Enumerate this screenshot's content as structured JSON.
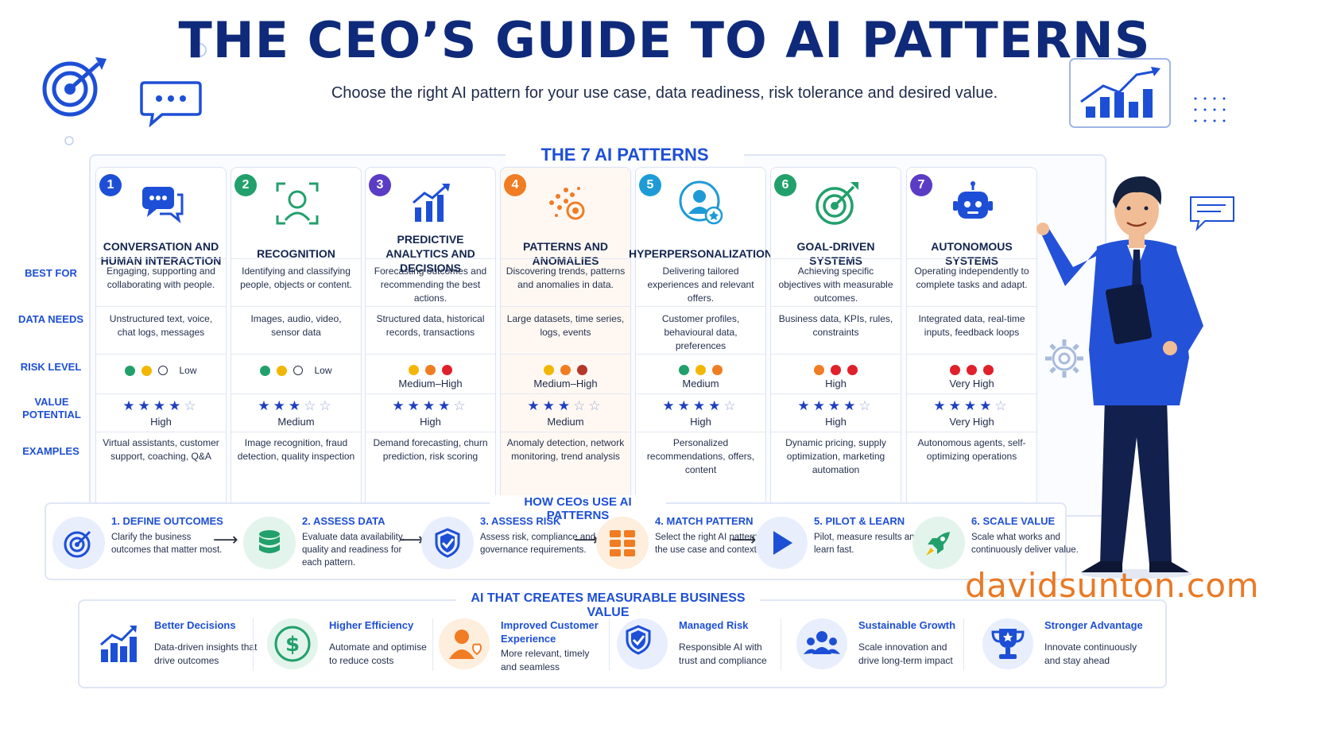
{
  "header": {
    "title": "THE CEO’S GUIDE TO AI PATTERNS",
    "subtitle": "Choose the right AI pattern for your use case, data readiness, risk tolerance and desired value."
  },
  "patterns_section": {
    "title": "THE 7 AI PATTERNS",
    "row_labels": [
      "BEST FOR",
      "DATA NEEDS",
      "RISK LEVEL",
      "VALUE POTENTIAL",
      "EXAMPLES"
    ],
    "patterns": [
      {
        "number": "1",
        "name": "CONVERSATION AND HUMAN INTERACTION",
        "icon": "chat-bubbles-icon",
        "accent": "#1d4fd6",
        "best_for": "Engaging, supporting and collaborating with people.",
        "data_needs": "Unstructured text, voice, chat logs, messages",
        "risk_dots": [
          "#22a06b",
          "#f2b705",
          "empty"
        ],
        "risk_label": "Low",
        "value_stars": 4,
        "value_label": "High",
        "examples": "Virtual assistants, customer support, coaching, Q&A"
      },
      {
        "number": "2",
        "name": "RECOGNITION",
        "icon": "face-scan-icon",
        "accent": "#22a06b",
        "best_for": "Identifying and classifying people, objects or content.",
        "data_needs": "Images, audio, video, sensor data",
        "risk_dots": [
          "#22a06b",
          "#f2b705",
          "empty"
        ],
        "risk_label": "Low",
        "value_stars": 3,
        "value_label": "Medium",
        "examples": "Image recognition, fraud detection, quality inspection"
      },
      {
        "number": "3",
        "name": "PREDICTIVE ANALYTICS AND DECISIONS",
        "icon": "trend-chart-icon",
        "accent": "#5b3cc4",
        "best_for": "Forecasting outcomes and recommending the best actions.",
        "data_needs": "Structured data, historical records, transactions",
        "risk_dots": [
          "#f2b705",
          "#ef7d22",
          "#e0202a"
        ],
        "risk_label": "Medium–High",
        "value_stars": 4,
        "value_label": "High",
        "examples": "Demand forecasting, churn prediction, risk scoring"
      },
      {
        "number": "4",
        "name": "PATTERNS AND ANOMALIES",
        "icon": "anomaly-dots-icon",
        "accent": "#f07c24",
        "best_for": "Discovering trends, patterns and anomalies in data.",
        "data_needs": "Large datasets, time series, logs, events",
        "risk_dots": [
          "#f2b705",
          "#ef7d22",
          "#b5372a"
        ],
        "risk_label": "Medium–High",
        "value_stars": 3,
        "value_label": "Medium",
        "examples": "Anomaly detection, network monitoring, trend analysis"
      },
      {
        "number": "5",
        "name": "HYPERPERSONALIZATION",
        "icon": "user-star-icon",
        "accent": "#1e9bd6",
        "best_for": "Delivering tailored experiences and relevant offers.",
        "data_needs": "Customer profiles, behavioural data, preferences",
        "risk_dots": [
          "#22a06b",
          "#f2b705",
          "#ef7d22"
        ],
        "risk_label": "Medium",
        "value_stars": 4,
        "value_label": "High",
        "examples": "Personalized recommendations, offers, content"
      },
      {
        "number": "6",
        "name": "GOAL-DRIVEN SYSTEMS",
        "icon": "target-arrow-icon",
        "accent": "#22a06b",
        "best_for": "Achieving specific objectives with measurable outcomes.",
        "data_needs": "Business data, KPIs, rules, constraints",
        "risk_dots": [
          "#ef7d22",
          "#e0202a",
          "#e0202a"
        ],
        "risk_label": "High",
        "value_stars": 4,
        "value_label": "High",
        "examples": "Dynamic pricing, supply optimization, marketing automation"
      },
      {
        "number": "7",
        "name": "AUTONOMOUS SYSTEMS",
        "icon": "robot-icon",
        "accent": "#5b3cc4",
        "best_for": "Operating independently to complete tasks and adapt.",
        "data_needs": "Integrated data, real-time inputs, feedback loops",
        "risk_dots": [
          "#e0202a",
          "#e0202a",
          "#e0202a"
        ],
        "risk_label": "Very High",
        "value_stars": 4,
        "value_label": "Very High",
        "examples": "Autonomous agents, self-optimizing operations"
      }
    ]
  },
  "how_section": {
    "title": "HOW CEOs USE AI PATTERNS",
    "steps": [
      {
        "title": "1. DEFINE OUTCOMES",
        "desc": "Clarify the business outcomes that matter most.",
        "icon": "target-icon"
      },
      {
        "title": "2. ASSESS DATA",
        "desc": "Evaluate data availability, quality and readiness for each pattern.",
        "icon": "database-icon"
      },
      {
        "title": "3. ASSESS RISK",
        "desc": "Assess risk, compliance and governance requirements.",
        "icon": "shield-check-icon"
      },
      {
        "title": "4. MATCH PATTERN",
        "desc": "Select the right AI pattern for the use case and context.",
        "icon": "grid-icon"
      },
      {
        "title": "5. PILOT & LEARN",
        "desc": "Pilot, measure results and learn fast.",
        "icon": "play-icon"
      },
      {
        "title": "6. SCALE VALUE",
        "desc": "Scale what works and continuously deliver value.",
        "icon": "rocket-icon"
      }
    ]
  },
  "value_section": {
    "title": "AI THAT CREATES MEASURABLE BUSINESS VALUE",
    "benefits": [
      {
        "title": "Better Decisions",
        "desc": "Data-driven insights that drive outcomes",
        "icon": "bar-chart-icon"
      },
      {
        "title": "Higher Efficiency",
        "desc": "Automate and optimise to reduce costs",
        "icon": "dollar-icon"
      },
      {
        "title": "Improved Customer Experience",
        "desc": "More relevant, timely and seamless",
        "icon": "customer-heart-icon"
      },
      {
        "title": "Managed Risk",
        "desc": "Responsible AI with trust and compliance",
        "icon": "shield-check-icon"
      },
      {
        "title": "Sustainable Growth",
        "desc": "Scale innovation and drive long-term impact",
        "icon": "team-icon"
      },
      {
        "title": "Stronger Advantage",
        "desc": "Innovate continuously and stay ahead",
        "icon": "trophy-icon"
      }
    ]
  },
  "watermark": "davidsunton.com",
  "colors": {
    "primary": "#1d4fd6",
    "title": "#0f2a7a",
    "brand_orange": "#e87a26"
  }
}
